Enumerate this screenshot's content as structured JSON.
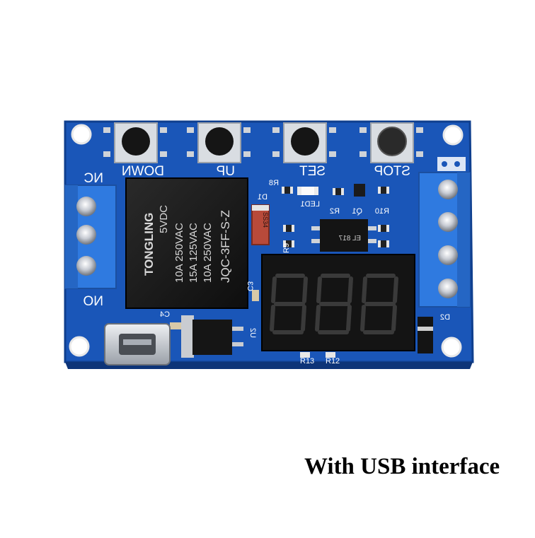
{
  "caption": "With USB interface",
  "board": {
    "buttons": [
      {
        "label": "DOWN"
      },
      {
        "label": "UP"
      },
      {
        "label": "SET"
      },
      {
        "label": "STOP"
      }
    ],
    "left_terminal": {
      "top_label": "NC",
      "bottom_label": "NO"
    },
    "relay_lines": [
      "TONGLING",
      "5VDC",
      "10A 250VAC",
      "15A 125VAC",
      "10A 250VAC",
      "JQC-3FF-S-Z"
    ],
    "silkscreen": {
      "r8": "R8",
      "d1": "D1",
      "led1": "LED1",
      "r2": "R2",
      "q1": "Q1",
      "r10": "R10",
      "r9": "R9",
      "c3": "C3",
      "c4": "C4",
      "u2": "U2",
      "d2": "D2",
      "r13": "R13",
      "r12": "R12",
      "diode_mark": "SS34",
      "opto_mark": "EL 817"
    }
  },
  "colors": {
    "pcb": "#1a56b8",
    "pcb_edge": "#0f3f8e",
    "terminal": "#2f7ae0",
    "display_bg": "#141414",
    "segment": "#3a3a3a",
    "relay": "#1a1a1a",
    "silk": "#ffffff"
  }
}
